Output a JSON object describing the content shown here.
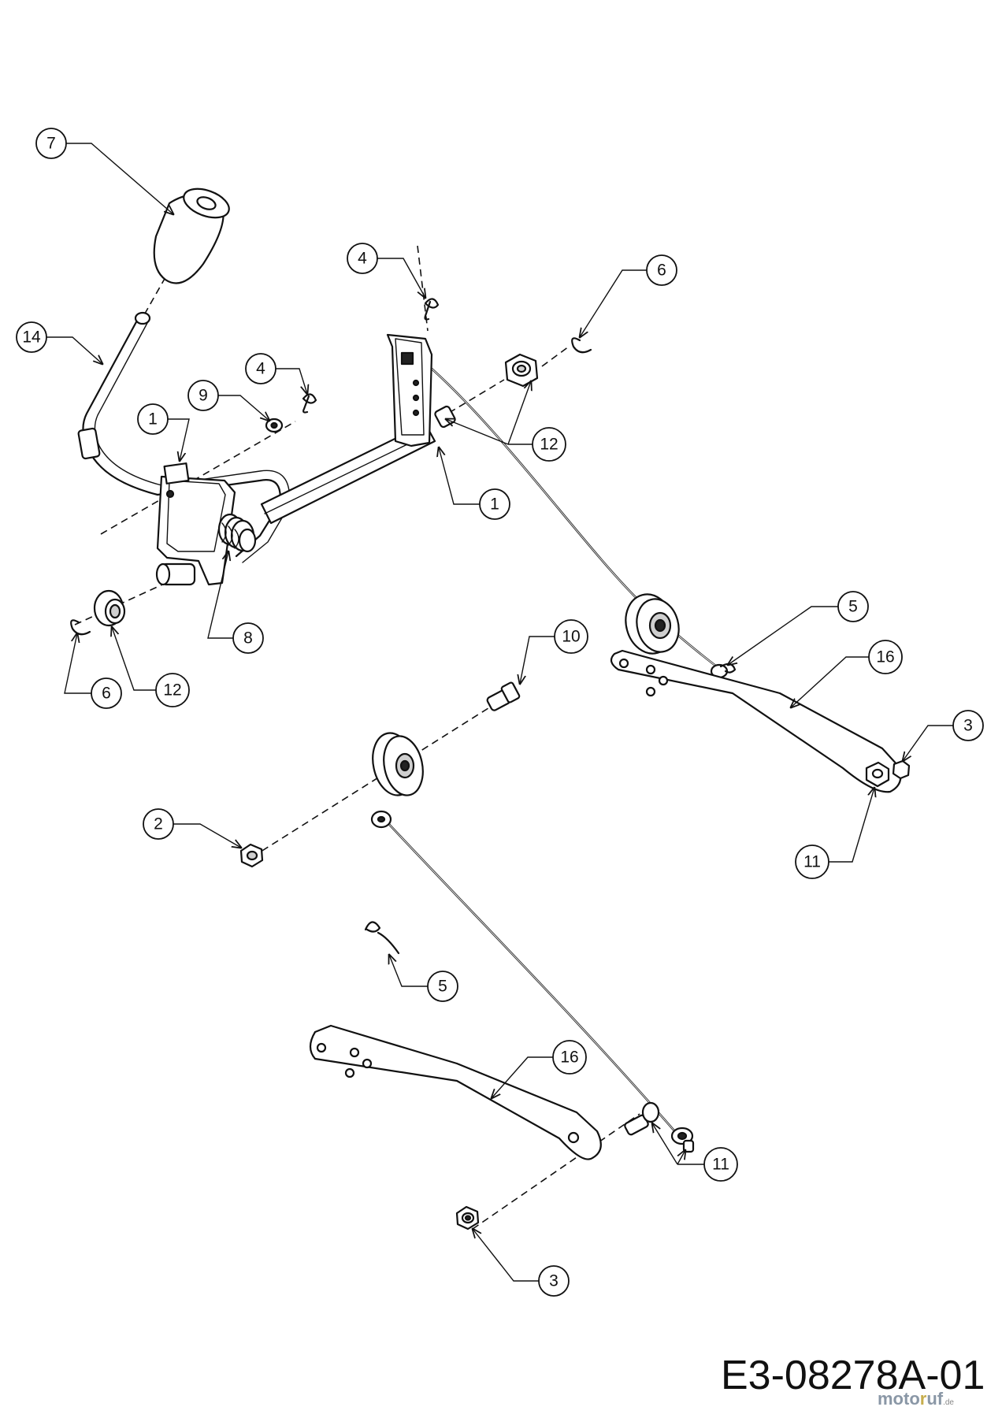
{
  "callouts": [
    {
      "label": "7"
    },
    {
      "label": "14"
    },
    {
      "label": "4"
    },
    {
      "label": "9"
    },
    {
      "label": "1"
    },
    {
      "label": "4"
    },
    {
      "label": "6"
    },
    {
      "label": "12"
    },
    {
      "label": "1"
    },
    {
      "label": "8"
    },
    {
      "label": "6"
    },
    {
      "label": "12"
    },
    {
      "label": "5"
    },
    {
      "label": "16"
    },
    {
      "label": "10"
    },
    {
      "label": "3"
    },
    {
      "label": "2"
    },
    {
      "label": "11"
    },
    {
      "label": "5"
    },
    {
      "label": "16"
    },
    {
      "label": "11"
    },
    {
      "label": "3"
    }
  ],
  "drawing_code": "E3-08278A-01",
  "watermark": {
    "part_a": "moto",
    "part_b": "r",
    "part_c": "uf",
    "tld": ".de"
  },
  "icons": [
    "pin-icon",
    "washer-icon",
    "nut-icon",
    "clip-icon",
    "pulley-icon",
    "bushing-icon",
    "spring-icon"
  ]
}
